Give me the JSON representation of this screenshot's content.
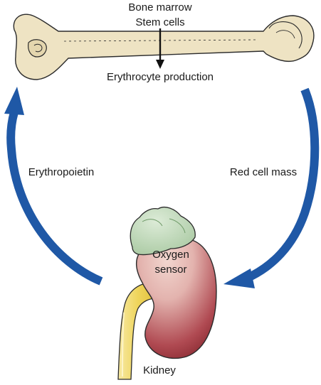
{
  "labels": {
    "bone_marrow": "Bone marrow",
    "stem_cells": "Stem cells",
    "erythrocyte_production": "Erythrocyte production",
    "erythropoietin": "Erythropoietin",
    "red_cell_mass": "Red cell mass",
    "oxygen_sensor_line1": "Oxygen",
    "oxygen_sensor_line2": "sensor",
    "kidney": "Kidney"
  },
  "colors": {
    "arrow_blue": "#1f58a6",
    "bone_fill": "#eee3c3",
    "bone_stroke": "#2b2b2b",
    "adrenal_green": "#c7dec1",
    "kidney_pink": "#e9c3bd",
    "kidney_red": "#8c2a32",
    "ureter_yellow": "#f1dc6e"
  }
}
